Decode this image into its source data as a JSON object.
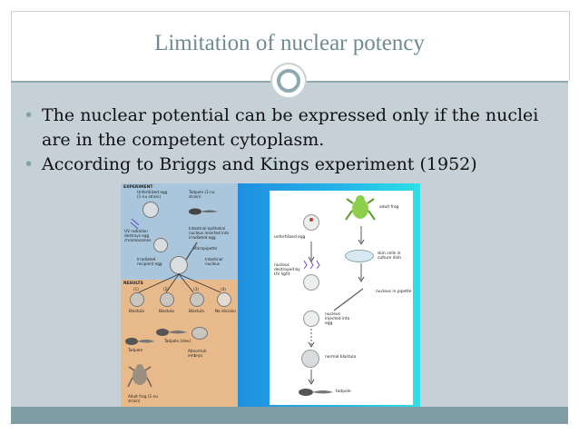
{
  "slide": {
    "title": "Limitation of nuclear potency",
    "bullets": [
      "The nuclear potential can be expressed only if the nuclei are in the competent cytoplasm.",
      "According to Briggs and Kings experiment (1952)"
    ]
  },
  "figure_left": {
    "experiment_header": "EXPERIMENT",
    "unfertilized_egg": "Unfertilized egg (1-nu strain)",
    "tadpole_top": "Tadpole (1-nu strain)",
    "uv_label": "UV radiation destroys egg chromosomes",
    "intestinal_label": "Intestinal epithelial nucleus inserted into irradiated egg",
    "micropipette": "Micropipette",
    "irradiated_egg": "Irradiated recipient egg",
    "intestinal_nucleus": "Intestinal nucleus",
    "results_header": "RESULTS",
    "result_numbers": [
      "(1)",
      "(2)",
      "(3)",
      "(4)"
    ],
    "blastula_labels": [
      "Blastula",
      "Blastula",
      "Blastula",
      "No division"
    ],
    "tadpole_dies": "Tadpole (dies)",
    "tadpole": "Tadpole",
    "abnormal_embryo": "Abnormal embryo",
    "adult_frog": "Adult frog (1-nu strain)"
  },
  "figure_right": {
    "adult_frog": "adult frog",
    "unfertilized_egg": "unfertilized egg",
    "skin_cells": "skin cells in culture dish",
    "nucleus_destroyed": "nucleus destroyed by UV light",
    "nucleus_in_pipette": "nucleus in pipette",
    "nucleus_injected": "nucleus injected into egg",
    "normal_blastula": "normal blastula",
    "tadpole": "tadpole"
  }
}
